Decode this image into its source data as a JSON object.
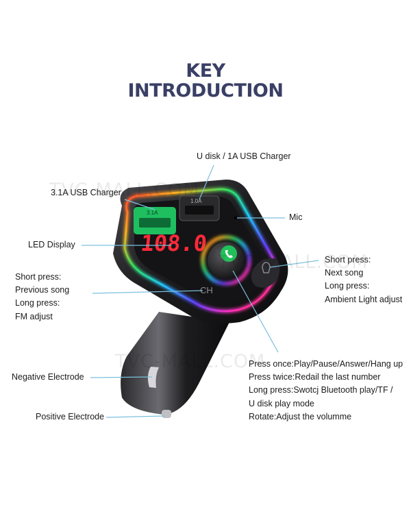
{
  "title": {
    "line1": "KEY",
    "line2": "INTRODUCTION"
  },
  "watermark": "TVC-MALL.COM",
  "device": {
    "display_value": "108.0",
    "port_left_label": "3.1A",
    "port_right_label": "1.0A",
    "ch_label": "CH"
  },
  "labels": {
    "udisk": "U disk / 1A USB Charger",
    "usb31": "3.1A USB Charger",
    "mic": "Mic",
    "led": "LED Display",
    "left_keys": [
      "Short press:",
      "Previous song",
      "Long press:",
      "FM adjust"
    ],
    "right_keys": [
      "Short press:",
      "Next song",
      "Long press:",
      "Ambient Light adjust"
    ],
    "knob": [
      "Press once:Play/Pause/Answer/Hang up",
      "Press twice:Redail the last number",
      "Long press:Swotcj Bluetooth play/TF /",
      "U disk play mode",
      "Rotate:Adjust the volumme"
    ],
    "negative": "Negative Electrode",
    "positive": "Positive Electrode"
  },
  "colors": {
    "title": "#3a3f66",
    "leader": "#7cc0dc",
    "led": "#ff2a3a"
  }
}
